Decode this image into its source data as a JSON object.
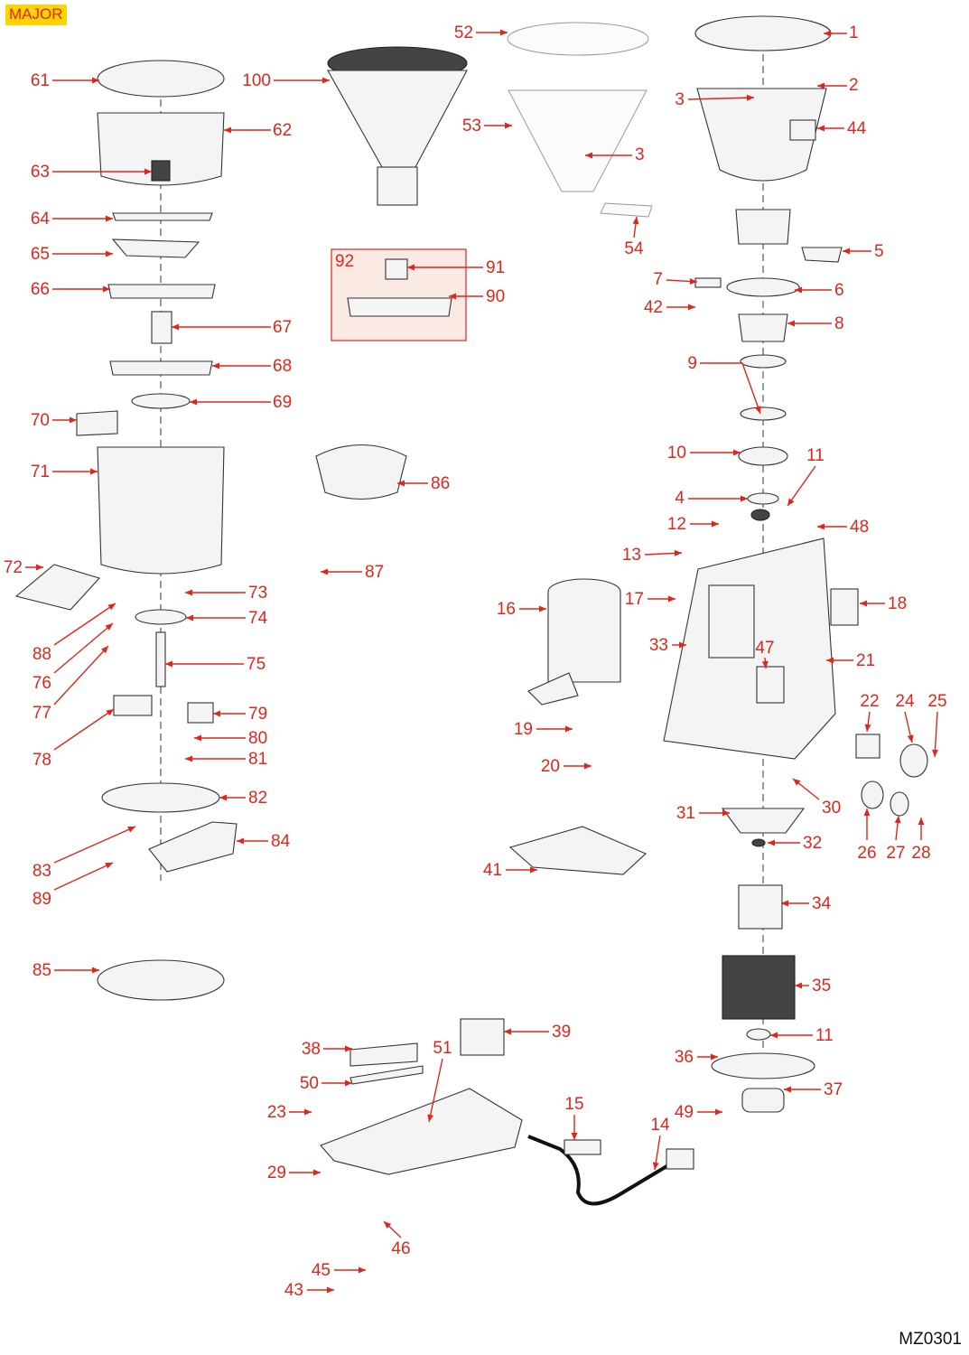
{
  "header": {
    "model": "MAJOR"
  },
  "footer": {
    "code": "MZ0301"
  },
  "colors": {
    "accent": "#e0261b",
    "badge_bg": "#ffd400",
    "kit_box": "#fbe9e3"
  },
  "callouts": [
    "1",
    "2",
    "3",
    "3",
    "4",
    "5",
    "6",
    "7",
    "8",
    "9",
    "10",
    "11",
    "11",
    "12",
    "13",
    "14",
    "15",
    "16",
    "17",
    "18",
    "19",
    "20",
    "21",
    "22",
    "23",
    "24",
    "25",
    "26",
    "27",
    "28",
    "29",
    "30",
    "31",
    "32",
    "33",
    "34",
    "35",
    "36",
    "37",
    "38",
    "39",
    "41",
    "42",
    "43",
    "44",
    "45",
    "46",
    "47",
    "48",
    "49",
    "50",
    "51",
    "52",
    "53",
    "54",
    "61",
    "62",
    "63",
    "64",
    "65",
    "66",
    "67",
    "68",
    "69",
    "70",
    "71",
    "72",
    "73",
    "74",
    "75",
    "76",
    "77",
    "78",
    "79",
    "80",
    "81",
    "82",
    "83",
    "84",
    "85",
    "86",
    "87",
    "88",
    "89",
    "90",
    "91",
    "92",
    "100"
  ]
}
